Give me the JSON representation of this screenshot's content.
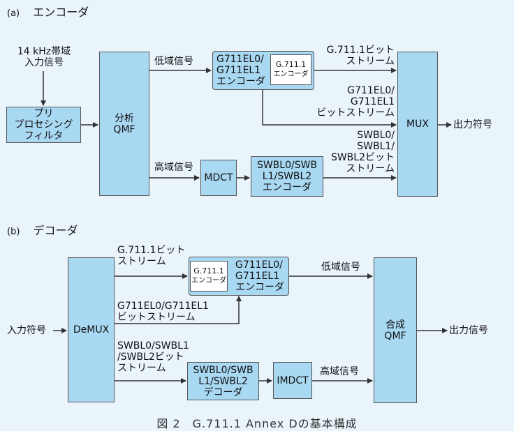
{
  "encoder": {
    "heading_tag": "(a)",
    "heading": "エンコーダ",
    "input_label": "14 kHz帯域\n入力信号",
    "preproc": "プリ\nプロセシング\nフィルタ",
    "qmf": "分析\nQMF",
    "low_band": "低域信号",
    "high_band": "高域信号",
    "g711el_encoder": "G711EL0/\nG711EL1\nエンコーダ",
    "g711_inner_line1": "G.711.1",
    "g711_inner_line2": "エンコーダ",
    "mdct": "MDCT",
    "swbl_encoder": "SWBL0/SWB\nL1/SWBL2\nエンコーダ",
    "mux": "MUX",
    "output_label": "出力符号",
    "stream_g711": "G.711.1ビット\nストリーム",
    "stream_g711el": "G711EL0/\nG711EL1\nビットストリーム",
    "stream_swbl": "SWBL0/\nSWBL1/\nSWBL2ビット\nストリーム"
  },
  "decoder": {
    "heading_tag": "(b)",
    "heading": "デコーダ",
    "input_label": "入力符号",
    "demux": "DeMUX",
    "stream_g711": "G.711.1ビット\nストリーム",
    "g711el_decoder": "G711EL0/\nG711EL1\nエンコーダ",
    "g711_inner_line1": "G.711.1",
    "g711_inner_line2": "エンコーダ",
    "stream_g711el": "G711EL0/G711EL1\nビットストリーム",
    "stream_swbl": "SWBL0/SWBL1\n/SWBL2ビット\nストリーム",
    "swbl_decoder": "SWBL0/SWB\nL1/SWBL2\nデコーダ",
    "imdct": "IMDCT",
    "low_band": "低域信号",
    "high_band": "高域信号",
    "qmf": "合成\nQMF",
    "output_label": "出力信号"
  },
  "caption": "図 2　G.711.1 Annex Dの基本構成",
  "colors": {
    "block_fill": "#a9d8f2",
    "background": "#eaf4fb",
    "line": "#333333"
  }
}
